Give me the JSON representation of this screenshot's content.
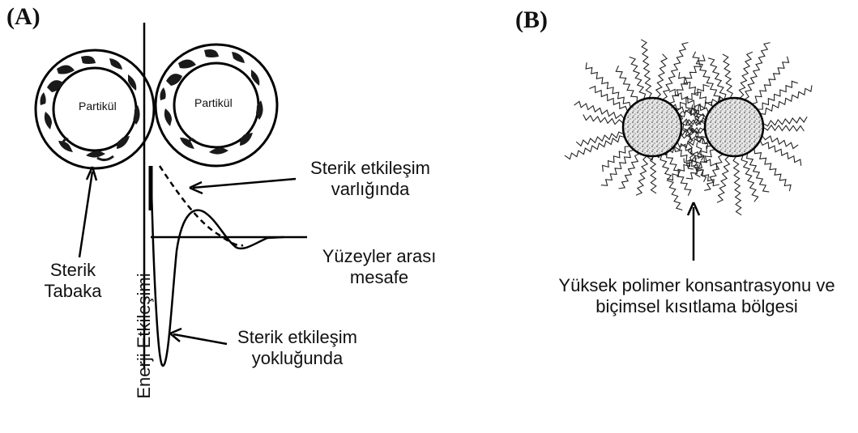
{
  "panels": {
    "a": {
      "label": "(A)",
      "particle_left": "Partikül",
      "particle_right": "Partikül",
      "steric_layer_line1": "Sterik",
      "steric_layer_line2": "Tabaka",
      "y_axis_label": "Enerji Etkileşimi",
      "with_steric_line1": "Sterik etkileşim",
      "with_steric_line2": "varlığında",
      "distance_line1": "Yüzeyler arası",
      "distance_line2": "mesafe",
      "without_steric_line1": "Sterik etkileşim",
      "without_steric_line2": "yokluğunda"
    },
    "b": {
      "label": "(B)",
      "caption_line1": "Yüksek polimer konsantrasyonu ve",
      "caption_line2": "biçimsel kısıtlama bölgesi"
    }
  }
}
